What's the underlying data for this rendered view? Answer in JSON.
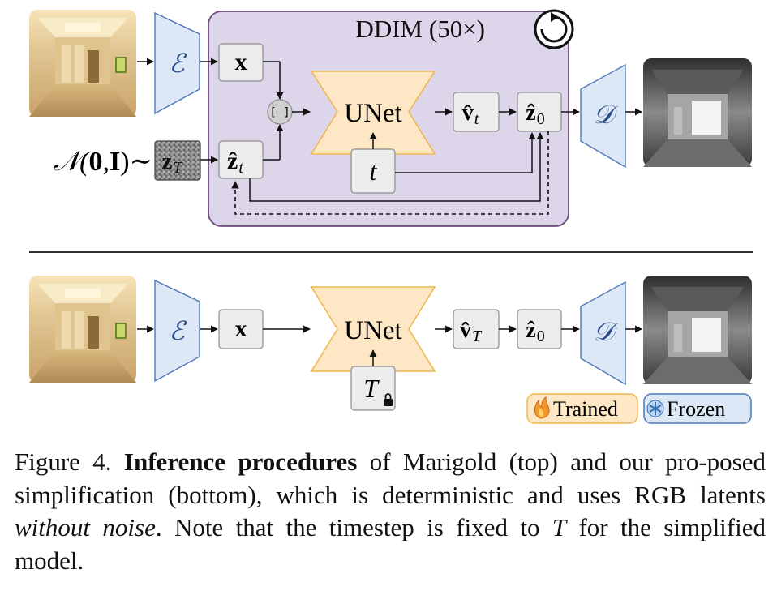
{
  "top": {
    "ddim_label": "DDIM (50×)",
    "encoder_symbol": "ℰ",
    "decoder_symbol": "𝒟",
    "x_label": "x",
    "concat_label": "[ ]",
    "unet_label": "UNet",
    "v_label": "v̂",
    "v_sub": "t",
    "z0_label": "ẑ",
    "z0_sub": "0",
    "zt_label": "ẑ",
    "zt_sub": "t",
    "t_label": "t",
    "noise_prefix": "𝒩(",
    "noise_zero": "0",
    "noise_comma": ",",
    "noise_I": "I",
    "noise_suffix": ")∼",
    "zT_label": "z",
    "zT_sub": "T"
  },
  "bottom": {
    "encoder_symbol": "ℰ",
    "decoder_symbol": "𝒟",
    "x_label": "x",
    "unet_label": "UNet",
    "v_label": "v̂",
    "v_sub": "T",
    "z0_label": "ẑ",
    "z0_sub": "0",
    "T_label": "T"
  },
  "legend": {
    "trained": "Trained",
    "frozen": "Frozen",
    "trained_icon": "flame-icon",
    "frozen_icon": "snowflake-icon"
  },
  "colors": {
    "ddim_panel_fill": "#ddd6ea",
    "ddim_panel_stroke": "#6f4a7d",
    "encoder_fill": "#dce8f6",
    "encoder_stroke": "#4a78b8",
    "unet_fill": "#fde7c4",
    "unet_stroke": "#f0b752",
    "trained_fill": "#fde7c4",
    "frozen_fill": "#dce8f6"
  },
  "caption": {
    "label": "Figure 4.",
    "bold": "Inference procedures",
    "text1": " of Marigold (top) and our pro-posed simplification (bottom), which is deterministic and uses RGB latents ",
    "italic": "without noise",
    "text2": ". Note that the timestep is fixed to ",
    "T": "T",
    "text3": " for the simplified model."
  }
}
